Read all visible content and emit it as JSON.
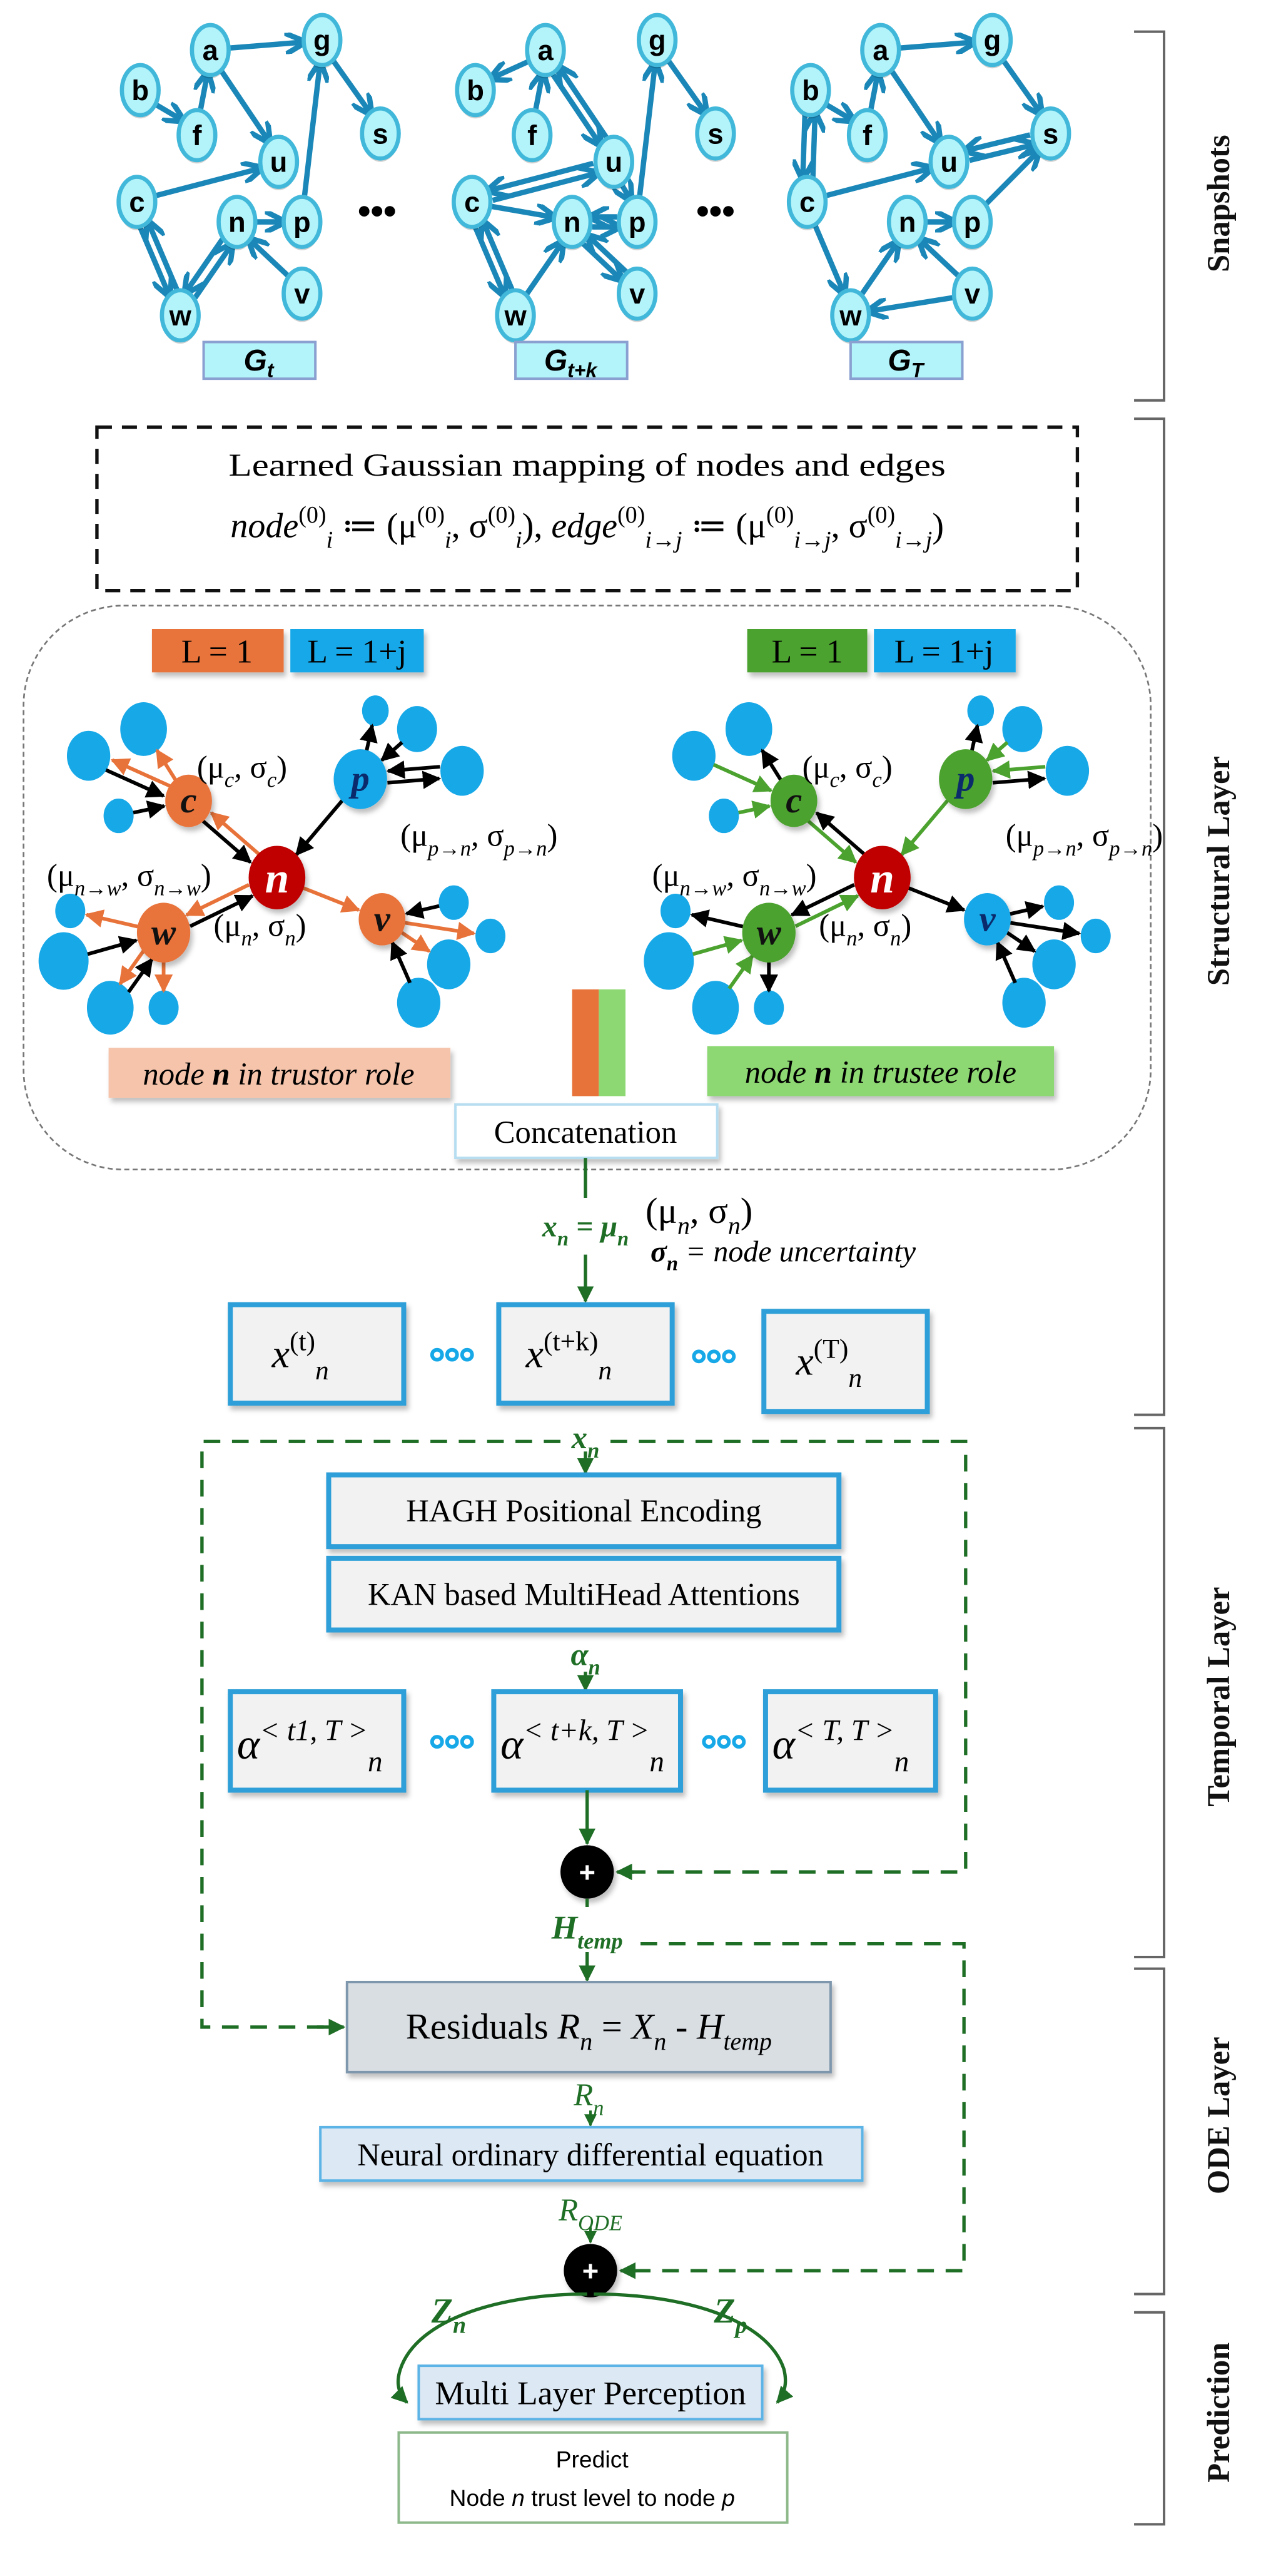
{
  "colors": {
    "edge_blue": "#1A87B8",
    "snapshot_node_fill": "#B3F4FA",
    "snapshot_node_stroke": "#41B8DA",
    "orange": "#E8733A",
    "green": "#4CA22F",
    "light_green": "#8ED873",
    "blue": "#17A8E8",
    "red": "#C00000",
    "trustor_fill": "#F5C4AB",
    "dark_green": "#1F6E26",
    "box_border": "#2E9FD8",
    "box_fill": "#F2F2F2",
    "residual_fill": "#D9DEE3",
    "ode_fill": "#DCE8F4"
  },
  "layers": {
    "snapshots": "Snapshots",
    "structural": "Structural Layer",
    "temporal": "Temporal Layer",
    "ode": "ODE Layer",
    "prediction": "Prediction"
  },
  "snapshots": {
    "ellipsis": "•••",
    "graphs": [
      {
        "name": "G",
        "sub": "t",
        "nodes": [
          "a",
          "b",
          "f",
          "g",
          "s",
          "u",
          "c",
          "n",
          "p",
          "v",
          "w"
        ],
        "edges": [
          [
            "a",
            "g"
          ],
          [
            "b",
            "f"
          ],
          [
            "f",
            "a"
          ],
          [
            "a",
            "u"
          ],
          [
            "g",
            "s"
          ],
          [
            "p",
            "g"
          ],
          [
            "c",
            "u"
          ],
          [
            "n",
            "p"
          ],
          [
            "c",
            "w"
          ],
          [
            "w",
            "c"
          ],
          [
            "n",
            "w"
          ],
          [
            "w",
            "n"
          ],
          [
            "v",
            "n"
          ]
        ]
      },
      {
        "name": "G",
        "sub": "t+k",
        "nodes": [
          "a",
          "b",
          "f",
          "g",
          "s",
          "u",
          "c",
          "n",
          "p",
          "v",
          "w"
        ],
        "edges": [
          [
            "a",
            "b"
          ],
          [
            "f",
            "a"
          ],
          [
            "u",
            "a"
          ],
          [
            "a",
            "u"
          ],
          [
            "g",
            "s"
          ],
          [
            "p",
            "g"
          ],
          [
            "u",
            "c"
          ],
          [
            "c",
            "u"
          ],
          [
            "c",
            "n"
          ],
          [
            "n",
            "p"
          ],
          [
            "p",
            "n"
          ],
          [
            "u",
            "p"
          ],
          [
            "c",
            "w"
          ],
          [
            "w",
            "c"
          ],
          [
            "w",
            "n"
          ],
          [
            "n",
            "v"
          ],
          [
            "v",
            "n"
          ]
        ]
      },
      {
        "name": "G",
        "sub": "T",
        "nodes": [
          "a",
          "b",
          "f",
          "g",
          "s",
          "u",
          "c",
          "n",
          "p",
          "v",
          "w"
        ],
        "edges": [
          [
            "a",
            "g"
          ],
          [
            "b",
            "f"
          ],
          [
            "f",
            "a"
          ],
          [
            "a",
            "u"
          ],
          [
            "g",
            "s"
          ],
          [
            "u",
            "s"
          ],
          [
            "s",
            "u"
          ],
          [
            "p",
            "s"
          ],
          [
            "c",
            "u"
          ],
          [
            "n",
            "p"
          ],
          [
            "b",
            "c"
          ],
          [
            "c",
            "b"
          ],
          [
            "c",
            "w"
          ],
          [
            "w",
            "n"
          ],
          [
            "v",
            "n"
          ],
          [
            "v",
            "w"
          ]
        ]
      }
    ]
  },
  "gaussian": {
    "title": "Learned Gaussian mapping of nodes and edges",
    "formula": [
      {
        "t": "node",
        "s": "i"
      },
      {
        "t": "(0)",
        "s": "sup"
      },
      {
        "t": "i",
        "s": "isub"
      },
      {
        "t": " ≔ (μ",
        "s": "r"
      },
      {
        "t": "(0)",
        "s": "sup"
      },
      {
        "t": "i",
        "s": "isub"
      },
      {
        "t": ", σ",
        "s": "r"
      },
      {
        "t": "(0)",
        "s": "sup"
      },
      {
        "t": "i",
        "s": "isub"
      },
      {
        "t": "), ",
        "s": "r"
      },
      {
        "t": "edge",
        "s": "i"
      },
      {
        "t": "(0)",
        "s": "sup"
      },
      {
        "t": "i→j",
        "s": "isub"
      },
      {
        "t": " ≔ (μ",
        "s": "r"
      },
      {
        "t": "(0)",
        "s": "sup"
      },
      {
        "t": "i→j",
        "s": "isub"
      },
      {
        "t": ", σ",
        "s": "r"
      },
      {
        "t": "(0)",
        "s": "sup"
      },
      {
        "t": "i→j",
        "s": "isub"
      },
      {
        "t": ")",
        "s": "r"
      }
    ]
  },
  "structural": {
    "trustor": {
      "legend": [
        "L = 1",
        "L = 1+j"
      ],
      "nodes": {
        "n": "n",
        "c": "c",
        "p": "p",
        "w": "w",
        "v": "v"
      },
      "caption": [
        {
          "t": "node ",
          "s": "i"
        },
        {
          "t": "n",
          "s": "b"
        },
        {
          "t": " in trustor role",
          "s": "i"
        }
      ]
    },
    "trustee": {
      "legend": [
        "L = 1",
        "L = 1+j"
      ],
      "nodes": {
        "n": "n",
        "c": "c",
        "p": "p",
        "w": "w",
        "v": "v"
      },
      "caption": [
        {
          "t": "node ",
          "s": "i"
        },
        {
          "t": "n",
          "s": "b"
        },
        {
          "t": " in trustee role",
          "s": "i"
        }
      ]
    },
    "labels": {
      "c": [
        {
          "t": "(μ",
          "s": "r"
        },
        {
          "t": "c",
          "s": "isub"
        },
        {
          "t": ", σ",
          "s": "r"
        },
        {
          "t": "c",
          "s": "isub"
        },
        {
          "t": ")",
          "s": "r"
        }
      ],
      "p_n": [
        {
          "t": "(μ",
          "s": "r"
        },
        {
          "t": "p→n",
          "s": "isub"
        },
        {
          "t": ", σ",
          "s": "r"
        },
        {
          "t": "p→n",
          "s": "isub"
        },
        {
          "t": ")",
          "s": "r"
        }
      ],
      "n_w": [
        {
          "t": "(μ",
          "s": "r"
        },
        {
          "t": "n→w",
          "s": "isub"
        },
        {
          "t": ", σ",
          "s": "r"
        },
        {
          "t": "n→w",
          "s": "isub"
        },
        {
          "t": ")",
          "s": "r"
        }
      ],
      "n": [
        {
          "t": "(μ",
          "s": "r"
        },
        {
          "t": "n",
          "s": "isub"
        },
        {
          "t": ", σ",
          "s": "r"
        },
        {
          "t": "n",
          "s": "isub"
        },
        {
          "t": ")",
          "s": "r"
        }
      ]
    },
    "concat": "Concatenation"
  },
  "embedding": {
    "xn_eq": [
      {
        "t": "x",
        "s": "b"
      },
      {
        "t": "n",
        "s": "bsub"
      },
      {
        "t": " = μ",
        "s": "b"
      },
      {
        "t": "n",
        "s": "bsub"
      }
    ],
    "pair": [
      {
        "t": "(μ",
        "s": "r"
      },
      {
        "t": "n",
        "s": "isub"
      },
      {
        "t": ", σ",
        "s": "r"
      },
      {
        "t": "n",
        "s": "isub"
      },
      {
        "t": ")",
        "s": "r"
      }
    ],
    "sigma": [
      {
        "t": "σ",
        "s": "b"
      },
      {
        "t": "n",
        "s": "bsub"
      },
      {
        "t": " = node uncertainty",
        "s": "i"
      }
    ]
  },
  "sequence": [
    [
      {
        "t": "x",
        "s": "i"
      },
      {
        "t": "(t)",
        "s": "sup"
      },
      {
        "t": "n",
        "s": "isub"
      }
    ],
    [
      {
        "t": "x",
        "s": "i"
      },
      {
        "t": "(t+k)",
        "s": "sup"
      },
      {
        "t": "n",
        "s": "isub"
      }
    ],
    [
      {
        "t": "x",
        "s": "i"
      },
      {
        "t": "(T)",
        "s": "sup"
      },
      {
        "t": "n",
        "s": "isub"
      }
    ]
  ],
  "temporal": {
    "input": [
      {
        "t": "x",
        "s": "b"
      },
      {
        "t": "n",
        "s": "bsub"
      }
    ],
    "pe": "HAGH Positional Encoding",
    "attn": "KAN based MultiHead Attentions",
    "alpha": [
      {
        "t": "α",
        "s": "b"
      },
      {
        "t": "n",
        "s": "bsub"
      }
    ],
    "alphas": [
      [
        {
          "t": "α",
          "s": "i"
        },
        {
          "t": "< t1,  T >",
          "s": "isup"
        },
        {
          "t": "n",
          "s": "isub"
        }
      ],
      [
        {
          "t": "α",
          "s": "i"
        },
        {
          "t": "< t+k,  T >",
          "s": "isup"
        },
        {
          "t": "n",
          "s": "isub"
        }
      ],
      [
        {
          "t": "α",
          "s": "i"
        },
        {
          "t": "< T,  T >",
          "s": "isup"
        },
        {
          "t": "n",
          "s": "isub"
        }
      ]
    ],
    "plus": "+",
    "htemp": [
      {
        "t": "H",
        "s": "b"
      },
      {
        "t": "temp",
        "s": "bsub"
      }
    ]
  },
  "ode": {
    "residual": [
      {
        "t": "Residuals ",
        "s": "r"
      },
      {
        "t": "R",
        "s": "i"
      },
      {
        "t": "n",
        "s": "isub"
      },
      {
        "t": " = ",
        "s": "r"
      },
      {
        "t": "X",
        "s": "i"
      },
      {
        "t": "n",
        "s": "isub"
      },
      {
        "t": " - ",
        "s": "r"
      },
      {
        "t": "H",
        "s": "i"
      },
      {
        "t": "temp",
        "s": "isub"
      }
    ],
    "rn": [
      {
        "t": "R",
        "s": "i"
      },
      {
        "t": "n",
        "s": "isub"
      }
    ],
    "neural_ode": "Neural ordinary differential equation",
    "rode": [
      {
        "t": "R",
        "s": "i"
      },
      {
        "t": "ODE",
        "s": "isub"
      }
    ],
    "plus": "+"
  },
  "prediction": {
    "zn": [
      {
        "t": "Z",
        "s": "b"
      },
      {
        "t": "n",
        "s": "bsub"
      }
    ],
    "zp": [
      {
        "t": "Z",
        "s": "b"
      },
      {
        "t": "p",
        "s": "bsub"
      }
    ],
    "mlp": "Multi Layer Perception",
    "predict_line1": "Predict",
    "predict_line2": [
      {
        "t": "Node ",
        "s": "r"
      },
      {
        "t": "n",
        "s": "i"
      },
      {
        "t": " trust level to node ",
        "s": "r"
      },
      {
        "t": "p",
        "s": "i"
      }
    ]
  }
}
